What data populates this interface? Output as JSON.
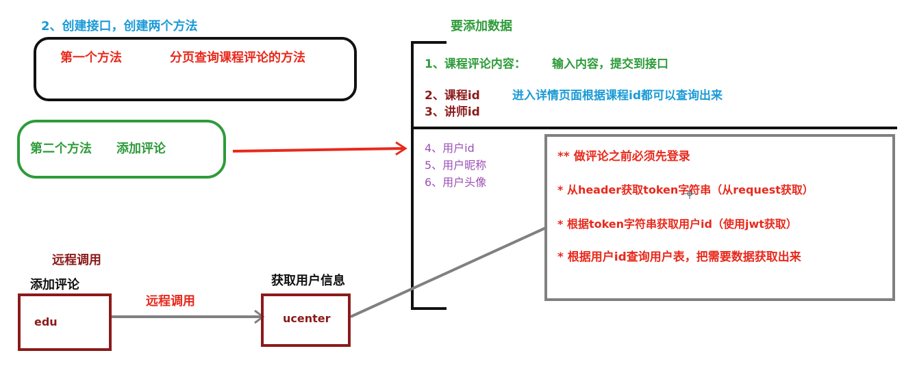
{
  "colors": {
    "blue": "#1a9ad6",
    "red": "#e8291c",
    "green": "#2e9b3a",
    "purple": "#9b4fb5",
    "maroon": "#8b1a1a",
    "dark": "#111111",
    "gray": "#808080"
  },
  "heading": "2、创建接口，创建两个方法",
  "method1": {
    "name": "第一个方法",
    "desc": "分页查询课程评论的方法"
  },
  "method2": {
    "name": "第二个方法",
    "desc": "添加评论"
  },
  "data_section": {
    "title": "要添加数据",
    "item1_label": "1、课程评论内容：",
    "item1_desc": "输入内容，提交到接口",
    "item2_label": "2、课程id",
    "item2_desc": "进入详情页面根据课程id都可以查询出来",
    "item3": "3、讲师id",
    "user_items": [
      "4、用户id",
      "5、用户昵称",
      "6、用户头像"
    ]
  },
  "notes": [
    "** 做评论之前必须先登录",
    "* 从header获取token字符串（从request获取）",
    "* 根据token字符串获取用户id（使用jwt获取）",
    "* 根据用户id查询用户表，把需要数据获取出来"
  ],
  "remote": {
    "title": "远程调用",
    "add_comment": "添加评论",
    "edu": "edu",
    "arrow_label": "远程调用",
    "get_user_info": "获取用户信息",
    "ucenter": "ucenter"
  }
}
